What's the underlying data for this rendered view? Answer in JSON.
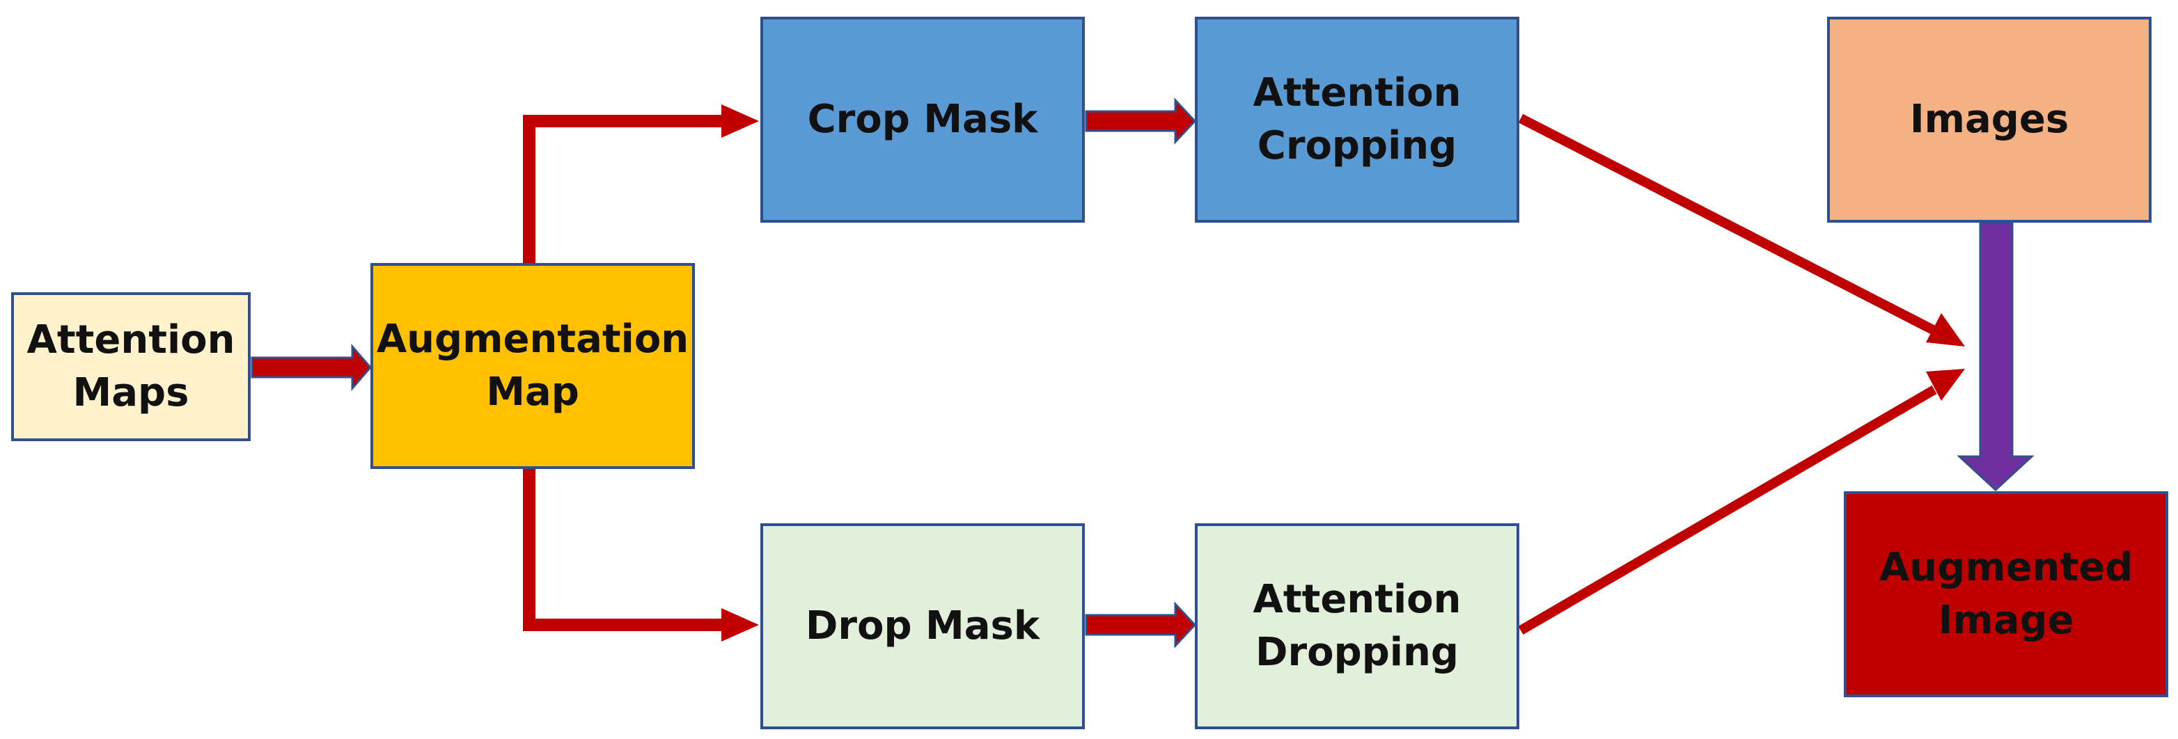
{
  "nodes": {
    "attention_maps": [
      "Attention",
      "Maps"
    ],
    "augmentation_map": [
      "Augmentation",
      "Map"
    ],
    "crop_mask": [
      "Crop Mask"
    ],
    "attention_cropping": [
      "Attention",
      "Cropping"
    ],
    "drop_mask": [
      "Drop Mask"
    ],
    "attention_dropping": [
      "Attention",
      "Dropping"
    ],
    "images": [
      "Images"
    ],
    "augmented_image": [
      "Augmented",
      "Image"
    ]
  },
  "edges": [
    {
      "from": "Attention Maps",
      "to": "Augmentation Map"
    },
    {
      "from": "Augmentation Map",
      "to": "Crop Mask"
    },
    {
      "from": "Augmentation Map",
      "to": "Drop Mask"
    },
    {
      "from": "Crop Mask",
      "to": "Attention Cropping"
    },
    {
      "from": "Drop Mask",
      "to": "Attention Dropping"
    },
    {
      "from": "Attention Cropping",
      "to": "Augmented Image"
    },
    {
      "from": "Attention Dropping",
      "to": "Augmented Image"
    },
    {
      "from": "Images",
      "to": "Augmented Image"
    }
  ],
  "colors": {
    "attention_maps": "#fff2cc",
    "augmentation_map": "#ffc000",
    "crop_branch": "#5b9bd5",
    "drop_branch": "#e2efda",
    "images": "#f4b183",
    "augmented_image": "#c00000",
    "arrow_red": "#c00000",
    "arrow_purple": "#7030a0",
    "border": "#2f4f8f"
  }
}
